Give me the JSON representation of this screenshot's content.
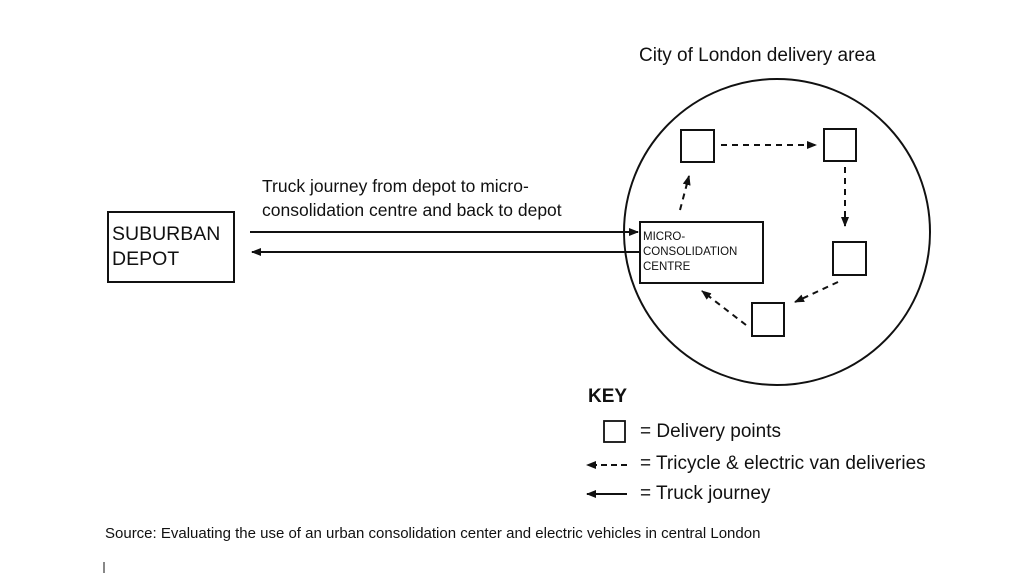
{
  "delivery_area": {
    "title": "City of London delivery area"
  },
  "depot": {
    "line1": "SUBURBAN",
    "line2": "DEPOT"
  },
  "micro_centre": {
    "line1": "MICRO-",
    "line2": "CONSOLIDATION",
    "line3": "CENTRE"
  },
  "truck_journey": {
    "line1": "Truck journey from depot to micro-",
    "line2": "consolidation centre and back to depot"
  },
  "key": {
    "title": "KEY",
    "delivery_points": "= Delivery points",
    "tricycle_van": "= Tricycle & electric van deliveries",
    "truck": "= Truck journey"
  },
  "source": "Source: Evaluating the use of an urban consolidation center and electric vehicles in central London",
  "colors": {
    "ink": "#111111",
    "background": "#ffffff"
  }
}
